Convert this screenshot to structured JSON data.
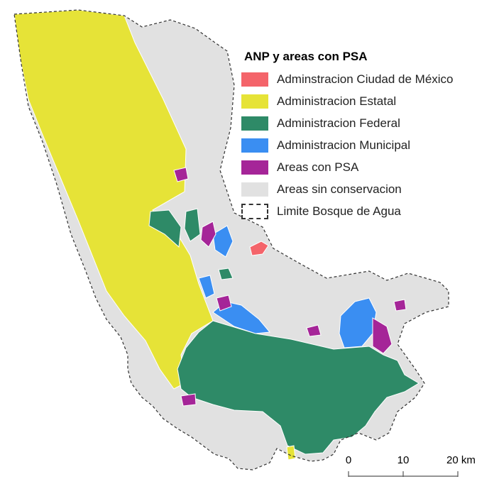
{
  "legend": {
    "title": "ANP y areas con PSA",
    "items": [
      {
        "label": "Adminstracion Ciudad de México",
        "color": "#f4646a"
      },
      {
        "label": "Administracion Estatal",
        "color": "#e6e337"
      },
      {
        "label": "Administracion Federal",
        "color": "#2e8a67"
      },
      {
        "label": "Administracion Municipal",
        "color": "#3a8ef2"
      },
      {
        "label": "Areas con PSA",
        "color": "#a52598"
      },
      {
        "label": "Areas sin conservacion",
        "color": "#e1e1e1"
      }
    ],
    "boundary_label": "Limite Bosque de Agua"
  },
  "scale_bar": {
    "ticks": [
      "0",
      "10",
      "20 km"
    ]
  }
}
